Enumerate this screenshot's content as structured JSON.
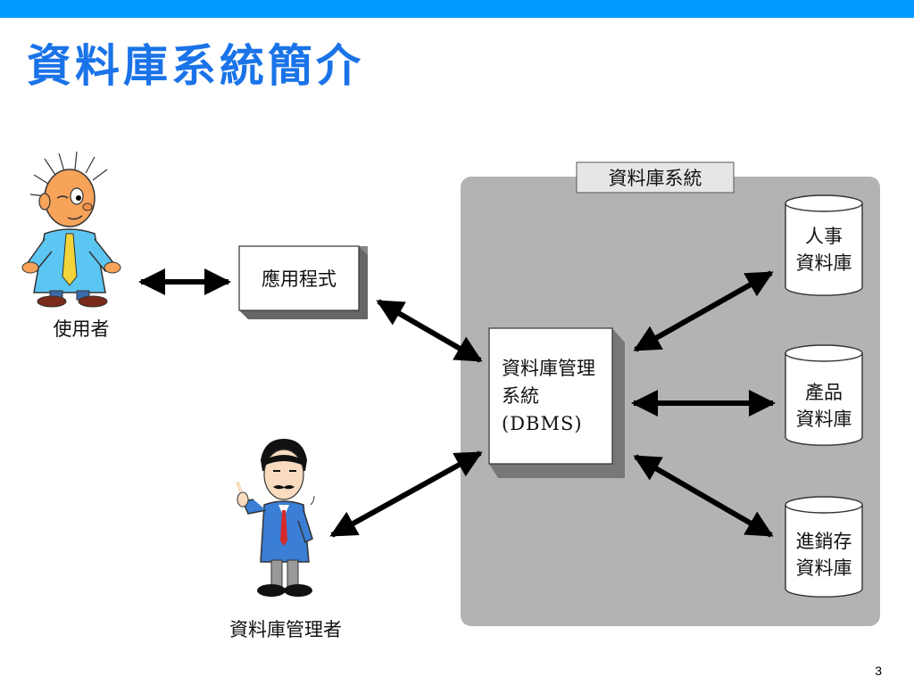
{
  "slide": {
    "title": "資料庫系統簡介",
    "page_number": "3"
  },
  "diagram": {
    "system_label": "資料庫系統",
    "user_label": "使用者",
    "dba_label": "資料庫管理者",
    "application_label": "應用程式",
    "dbms_lines": [
      "資料庫管理",
      "系統",
      "(DBMS)"
    ],
    "databases": [
      {
        "line1": "人事",
        "line2": "資料庫"
      },
      {
        "line1": "產品",
        "line2": "資料庫"
      },
      {
        "line1": "進銷存",
        "line2": "資料庫"
      }
    ]
  },
  "colors": {
    "accent_bar": "#0099ff",
    "title": "#1a73e8",
    "system_panel": "#b3b3b3",
    "box_shadow": "#888888"
  }
}
